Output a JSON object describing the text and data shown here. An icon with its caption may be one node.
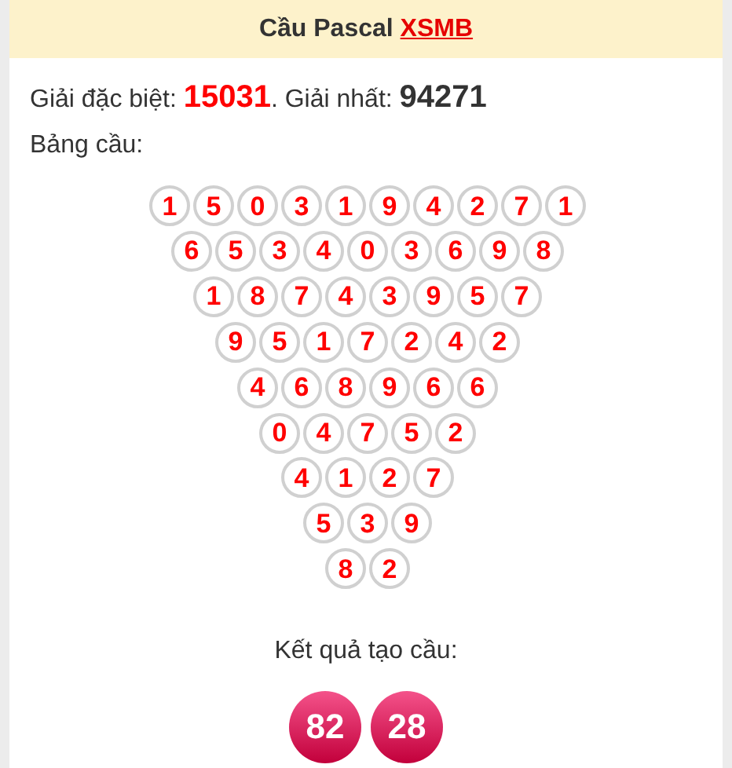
{
  "diagram": {
    "nodes": [
      {
        "text": [
          "Cầu Pascal",
          "XSMB"
        ]
      },
      {
        "text": [
          "1"
        ]
      },
      {
        "text": [
          "5"
        ]
      },
      {
        "text": [
          "0"
        ]
      },
      {
        "text": [
          "3"
        ]
      },
      {
        "text": [
          "1"
        ]
      },
      {
        "text": [
          "9"
        ]
      },
      {
        "text": [
          "4"
        ]
      },
      {
        "text": [
          "2"
        ]
      },
      {
        "text": [
          "7"
        ]
      },
      {
        "text": [
          "1"
        ]
      },
      {
        "text": [
          "6"
        ]
      },
      {
        "text": [
          "5"
        ]
      },
      {
        "text": [
          "3"
        ]
      },
      {
        "text": [
          "4"
        ]
      },
      {
        "text": [
          "0"
        ]
      },
      {
        "text": [
          "3"
        ]
      },
      {
        "text": [
          "6"
        ]
      },
      {
        "text": [
          "9"
        ]
      },
      {
        "text": [
          "8"
        ]
      },
      {
        "text": [
          "1"
        ]
      },
      {
        "text": [
          "8"
        ]
      },
      {
        "text": [
          "7"
        ]
      },
      {
        "text": [
          "4"
        ]
      },
      {
        "text": [
          "3"
        ]
      },
      {
        "text": [
          "9"
        ]
      },
      {
        "text": [
          "5"
        ]
      },
      {
        "text": [
          "7"
        ]
      },
      {
        "text": [
          "9"
        ]
      },
      {
        "text": [
          "5"
        ]
      },
      {
        "text": [
          "1"
        ]
      },
      {
        "text": [
          "7"
        ]
      },
      {
        "text": [
          "2"
        ]
      },
      {
        "text": [
          "4"
        ]
      },
      {
        "text": [
          "2"
        ]
      },
      {
        "text": [
          "4"
        ]
      },
      {
        "text": [
          "6"
        ]
      },
      {
        "text": [
          "8"
        ]
      },
      {
        "text": [
          "9"
        ]
      },
      {
        "text": [
          "6"
        ]
      },
      {
        "text": [
          "6"
        ]
      },
      {
        "text": [
          "0"
        ]
      },
      {
        "text": [
          "4"
        ]
      },
      {
        "text": [
          "7"
        ]
      },
      {
        "text": [
          "5"
        ]
      },
      {
        "text": [
          "2"
        ]
      },
      {
        "text": [
          "4"
        ]
      },
      {
        "text": [
          "1"
        ]
      },
      {
        "text": [
          "2"
        ]
      },
      {
        "text": [
          "7"
        ]
      },
      {
        "text": [
          "5"
        ]
      },
      {
        "text": [
          "3"
        ]
      },
      {
        "text": [
          "9"
        ]
      },
      {
        "text": [
          "8"
        ]
      },
      {
        "text": [
          "2"
        ]
      },
      {
        "text": [
          "82"
        ]
      },
      {
        "text": [
          "28"
        ]
      }
    ],
    "labels": [
      "Giải đặc biệt: **15031**. Giải nhất: **94271**",
      "Bảng cầu:",
      "Kết quả tạo cầu:"
    ]
  }
}
